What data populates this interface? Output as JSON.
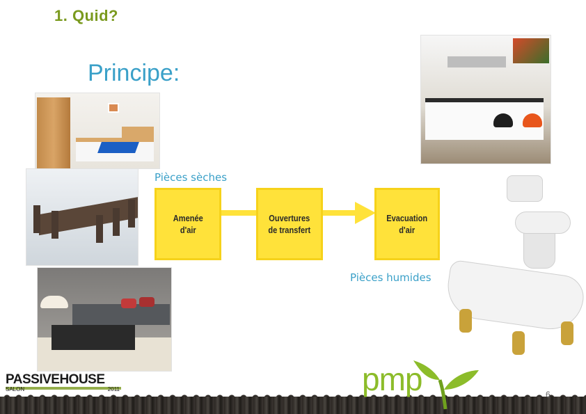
{
  "title": "1.  Quid?",
  "subtitle": "Principe:",
  "labels": {
    "dry_rooms": "Pièces sèches",
    "wet_rooms": "Pièces humides"
  },
  "diagram": {
    "boxes": [
      {
        "text": "Amenée\nd'air"
      },
      {
        "text": "Ouvertures\nde transfert"
      },
      {
        "text": "Evacuation\nd'air"
      }
    ],
    "colors": {
      "box": "#ffe23a",
      "arrow": "#ffe23a"
    }
  },
  "footer": {
    "passivehouse": {
      "name": "PASSIVEHOUSE",
      "salon": "SALON",
      "year": "2011"
    },
    "pmp": "pmp",
    "page_number": "6"
  },
  "images": [
    {
      "icon": "bedroom-photo"
    },
    {
      "icon": "dining-room-photo"
    },
    {
      "icon": "living-room-photo"
    },
    {
      "icon": "kitchen-photo"
    },
    {
      "icon": "toilet-photo"
    },
    {
      "icon": "bathtub-photo"
    }
  ],
  "colors": {
    "title": "#7a9a1e",
    "subtitle": "#3aa0c8",
    "labels": "#3aa0c8",
    "brand_green": "#8cbc2a"
  }
}
